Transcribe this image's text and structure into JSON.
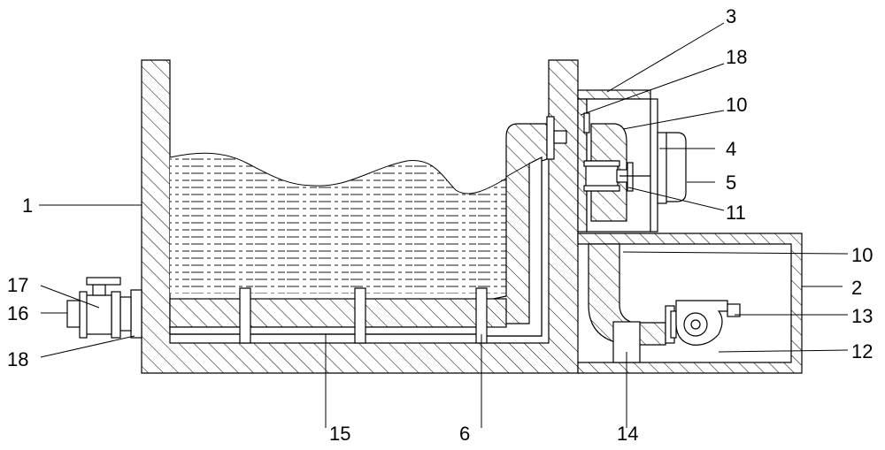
{
  "labels": {
    "l1": "1",
    "l2": "2",
    "l3": "3",
    "l4": "4",
    "l5": "5",
    "l6": "6",
    "l10a": "10",
    "l10b": "10",
    "l11": "11",
    "l12": "12",
    "l13": "13",
    "l14": "14",
    "l15": "15",
    "l16": "16",
    "l17": "17",
    "l18a": "18",
    "l18b": "18"
  }
}
